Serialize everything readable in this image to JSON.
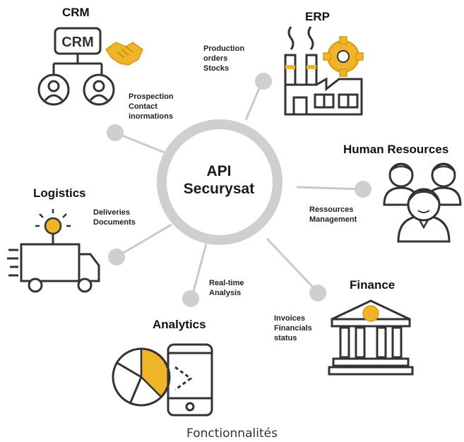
{
  "center": {
    "line1": "API",
    "line2": "Securysat"
  },
  "crm": {
    "title": "CRM",
    "icon_text": "CRM",
    "features": [
      "Prospection",
      "Contact",
      "inormations"
    ]
  },
  "erp": {
    "title": "ERP",
    "features": [
      "Production",
      "orders",
      "Stocks"
    ]
  },
  "hr": {
    "title": "Human Resources",
    "features": [
      "Ressources",
      "Management"
    ]
  },
  "logistics": {
    "title": "Logistics",
    "features": [
      "Deliveries",
      "Documents"
    ]
  },
  "analytics": {
    "title": "Analytics",
    "features": [
      "Real-time",
      "Analysis"
    ]
  },
  "finance": {
    "title": "Finance",
    "features": [
      "Invoices",
      "Financials",
      "status"
    ]
  },
  "caption": "Fonctionnalités",
  "colors": {
    "accent": "#f0b429",
    "hub": "#cfcfcf",
    "icon_stroke": "#333333"
  },
  "icons": [
    "crm-icon",
    "handshake-icon",
    "factory-icon",
    "gear-icon",
    "team-icon",
    "delivery-truck-icon",
    "lightbulb-icon",
    "pie-chart-icon",
    "smartphone-icon",
    "bank-icon"
  ]
}
